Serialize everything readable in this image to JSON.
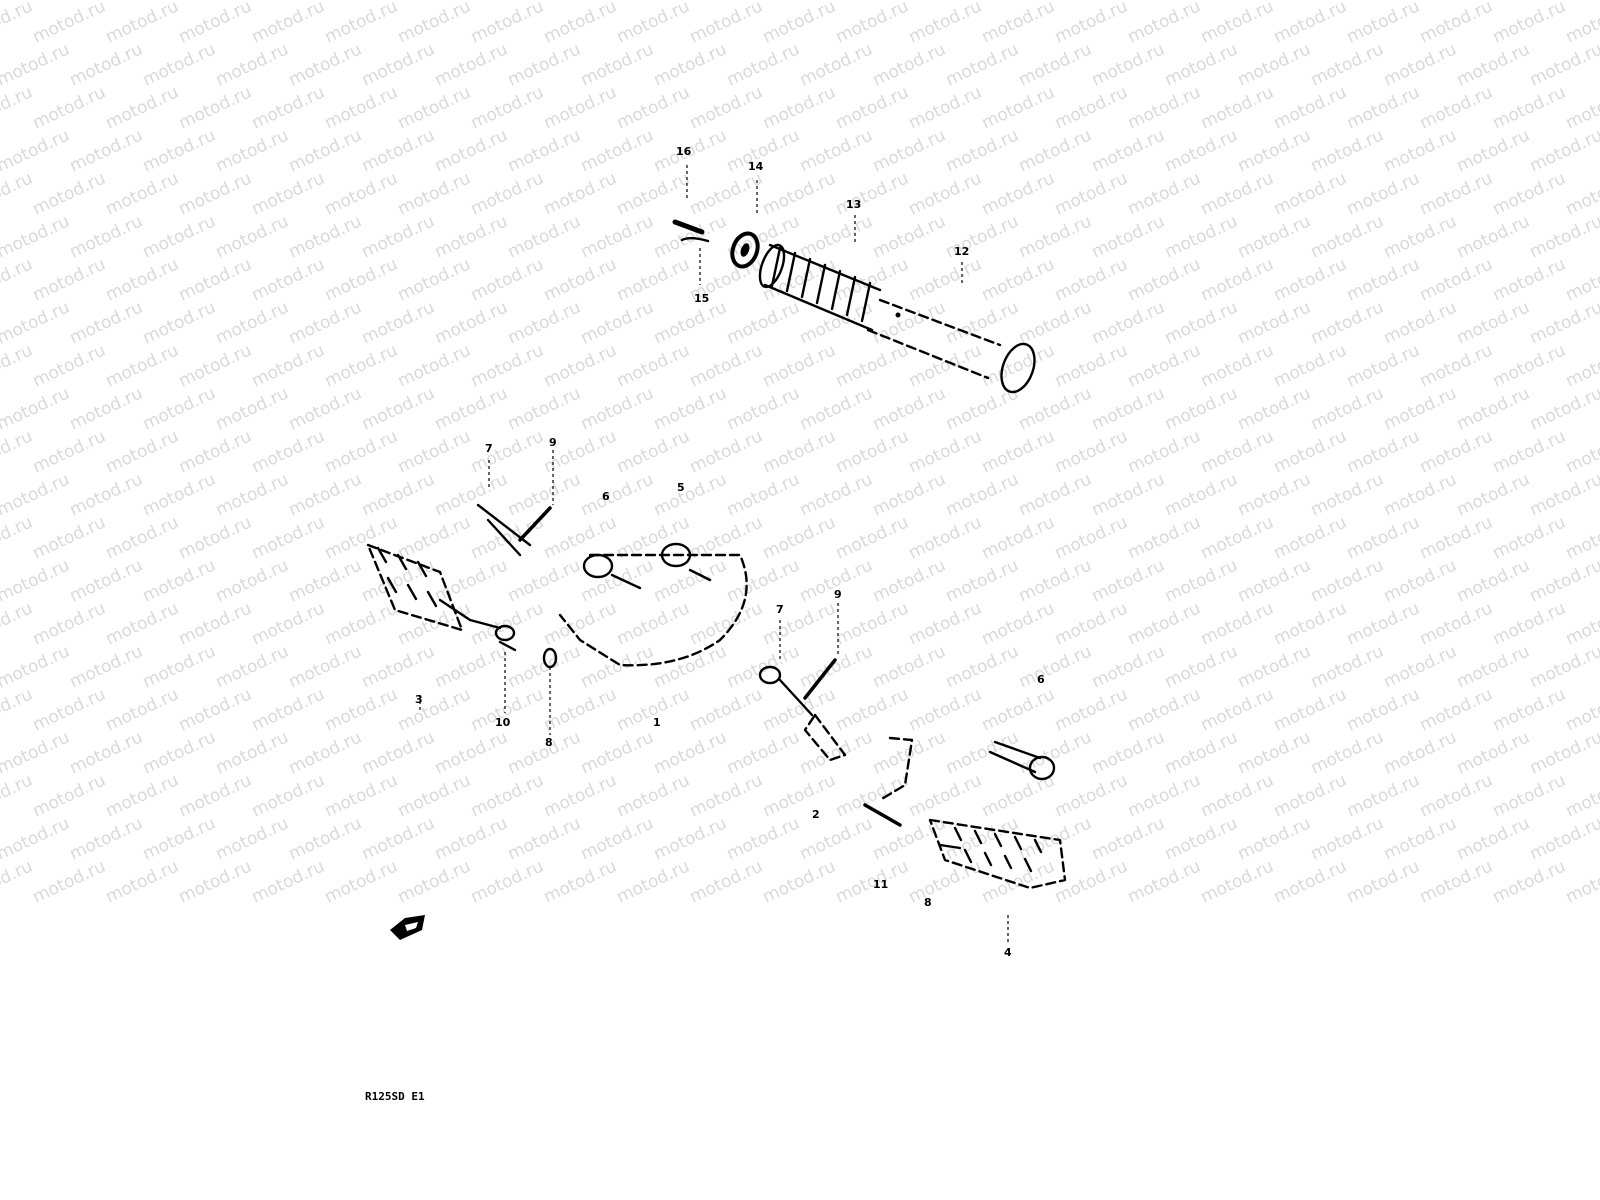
{
  "watermark": {
    "text": "motod.ru",
    "color": "#d9d9d9"
  },
  "diagram_code": "R125SD E1",
  "callouts": {
    "c16": "16",
    "c14": "14",
    "c13": "13",
    "c12": "12",
    "c15": "15",
    "c7a": "7",
    "c9a": "9",
    "c6a": "6",
    "c5": "5",
    "c3": "3",
    "c10": "10",
    "c8a": "8",
    "c1": "1",
    "c7b": "7",
    "c9b": "9",
    "c6b": "6",
    "c2": "2",
    "c11": "11",
    "c8b": "8",
    "c4": "4"
  },
  "icons": {
    "direction_arrow": "front-arrow-icon"
  }
}
